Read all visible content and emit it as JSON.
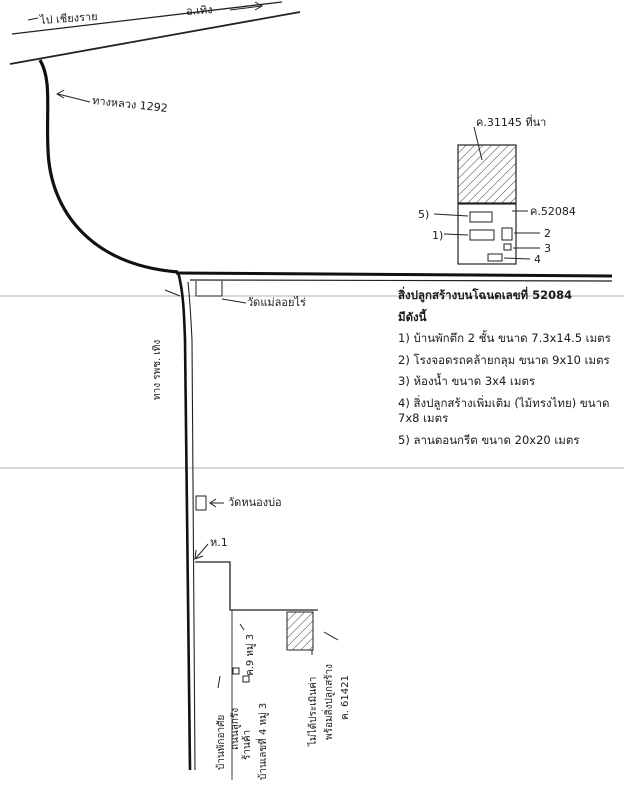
{
  "map": {
    "road_top_left": "ไป เชียงราย",
    "road_top_right": "อ.เทิง",
    "highway_label": "ทางหลวง 1292",
    "temple_main_road": "วัดแม่ลอยไร่",
    "side_road_vertical": "ทาง รพช. เทิง",
    "temple_lower": "วัดหนองบ่อ",
    "point_p1": "ห.1",
    "deed_top": "ค.31145 ที่นา",
    "deed_mid": "ค.52084",
    "deed_lower": "ค. 61421",
    "lower_notes": [
      "พร้อมสิ่งปลูกสร้าง",
      "ไม่ได้ประเมินค่า"
    ],
    "lower_marks": [
      "บ้านพักอาศัย",
      "ถนนลูกรัง",
      "ร้านค้า",
      "บ้านเลขที่ 4 หมู่ 3"
    ],
    "lower_side": "ค.9 หมู่ 3",
    "building_numbers": [
      "5)",
      "1)",
      "2",
      "3",
      "4"
    ]
  },
  "notes": {
    "heading_line1": "สิ่งปลูกสร้างบนโฉนดเลขที่ 52084",
    "heading_line2": "มีดังนี้",
    "items": [
      "1) บ้านพักตึก 2 ชั้น ขนาด 7.3x14.5 เมตร",
      "2) โรงจอดรถคล้ายกลุม ขนาด 9x10 เมตร",
      "3) ห้องน้ำ ขนาด 3x4 เมตร",
      "4) สิ่งปลูกสร้างเพิ่มเติม (ไม้ทรงไทย) ขนาด 7x8 เมตร",
      "5) ลานตอนกรีต ขนาด 20x20 เมตร"
    ]
  }
}
